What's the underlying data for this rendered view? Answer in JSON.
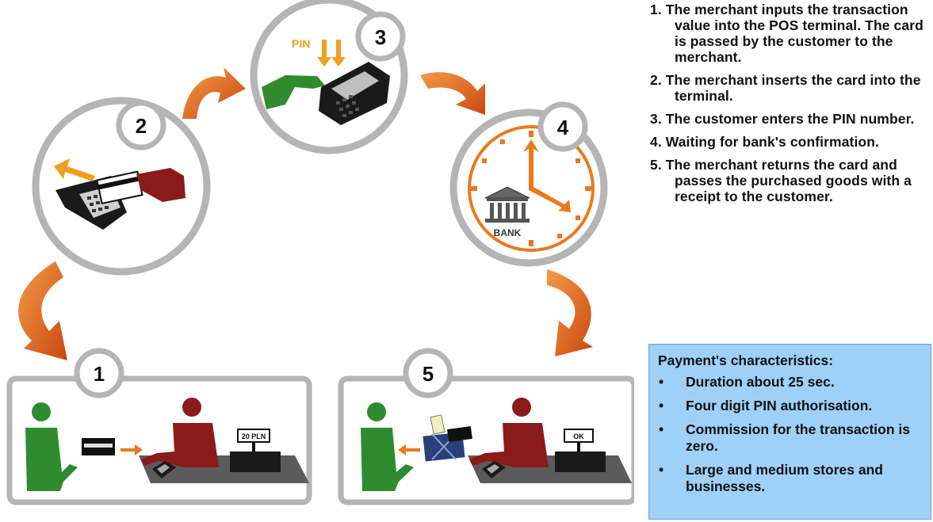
{
  "steps": [
    {
      "num": "1",
      "text": "1. The merchant inputs the transaction value into the POS terminal. The card is passed by the customer to the merchant."
    },
    {
      "num": "2",
      "text": "2. The merchant inserts the card into the terminal."
    },
    {
      "num": "3",
      "text": "3. The customer enters the PIN number."
    },
    {
      "num": "4",
      "text": "4. Waiting for bank's confirmation."
    },
    {
      "num": "5",
      "text": "5. The merchant returns the card and passes the purchased goods with a receipt to the customer."
    }
  ],
  "circle_numbers": [
    "1",
    "2",
    "3",
    "4",
    "5"
  ],
  "pin_label": "PIN",
  "bank_label": "BANK",
  "register_display_1": "20 PLN",
  "register_display_5": "OK",
  "characteristics": {
    "title": "Payment's characteristics:",
    "bullet": "•",
    "items": [
      "Duration about 25 sec.",
      "Four digit PIN authorisation.",
      "Commission for the transaction is zero.",
      "Large and medium stores and businesses."
    ]
  },
  "colors": {
    "arrow_orange": "#e8661c",
    "circle_gray": "#b0b0b0",
    "customer_green": "#2e8b2e",
    "merchant_red": "#8b1a1a",
    "clock_orange": "#e87a1e",
    "box_blue": "#9fd0f7"
  }
}
